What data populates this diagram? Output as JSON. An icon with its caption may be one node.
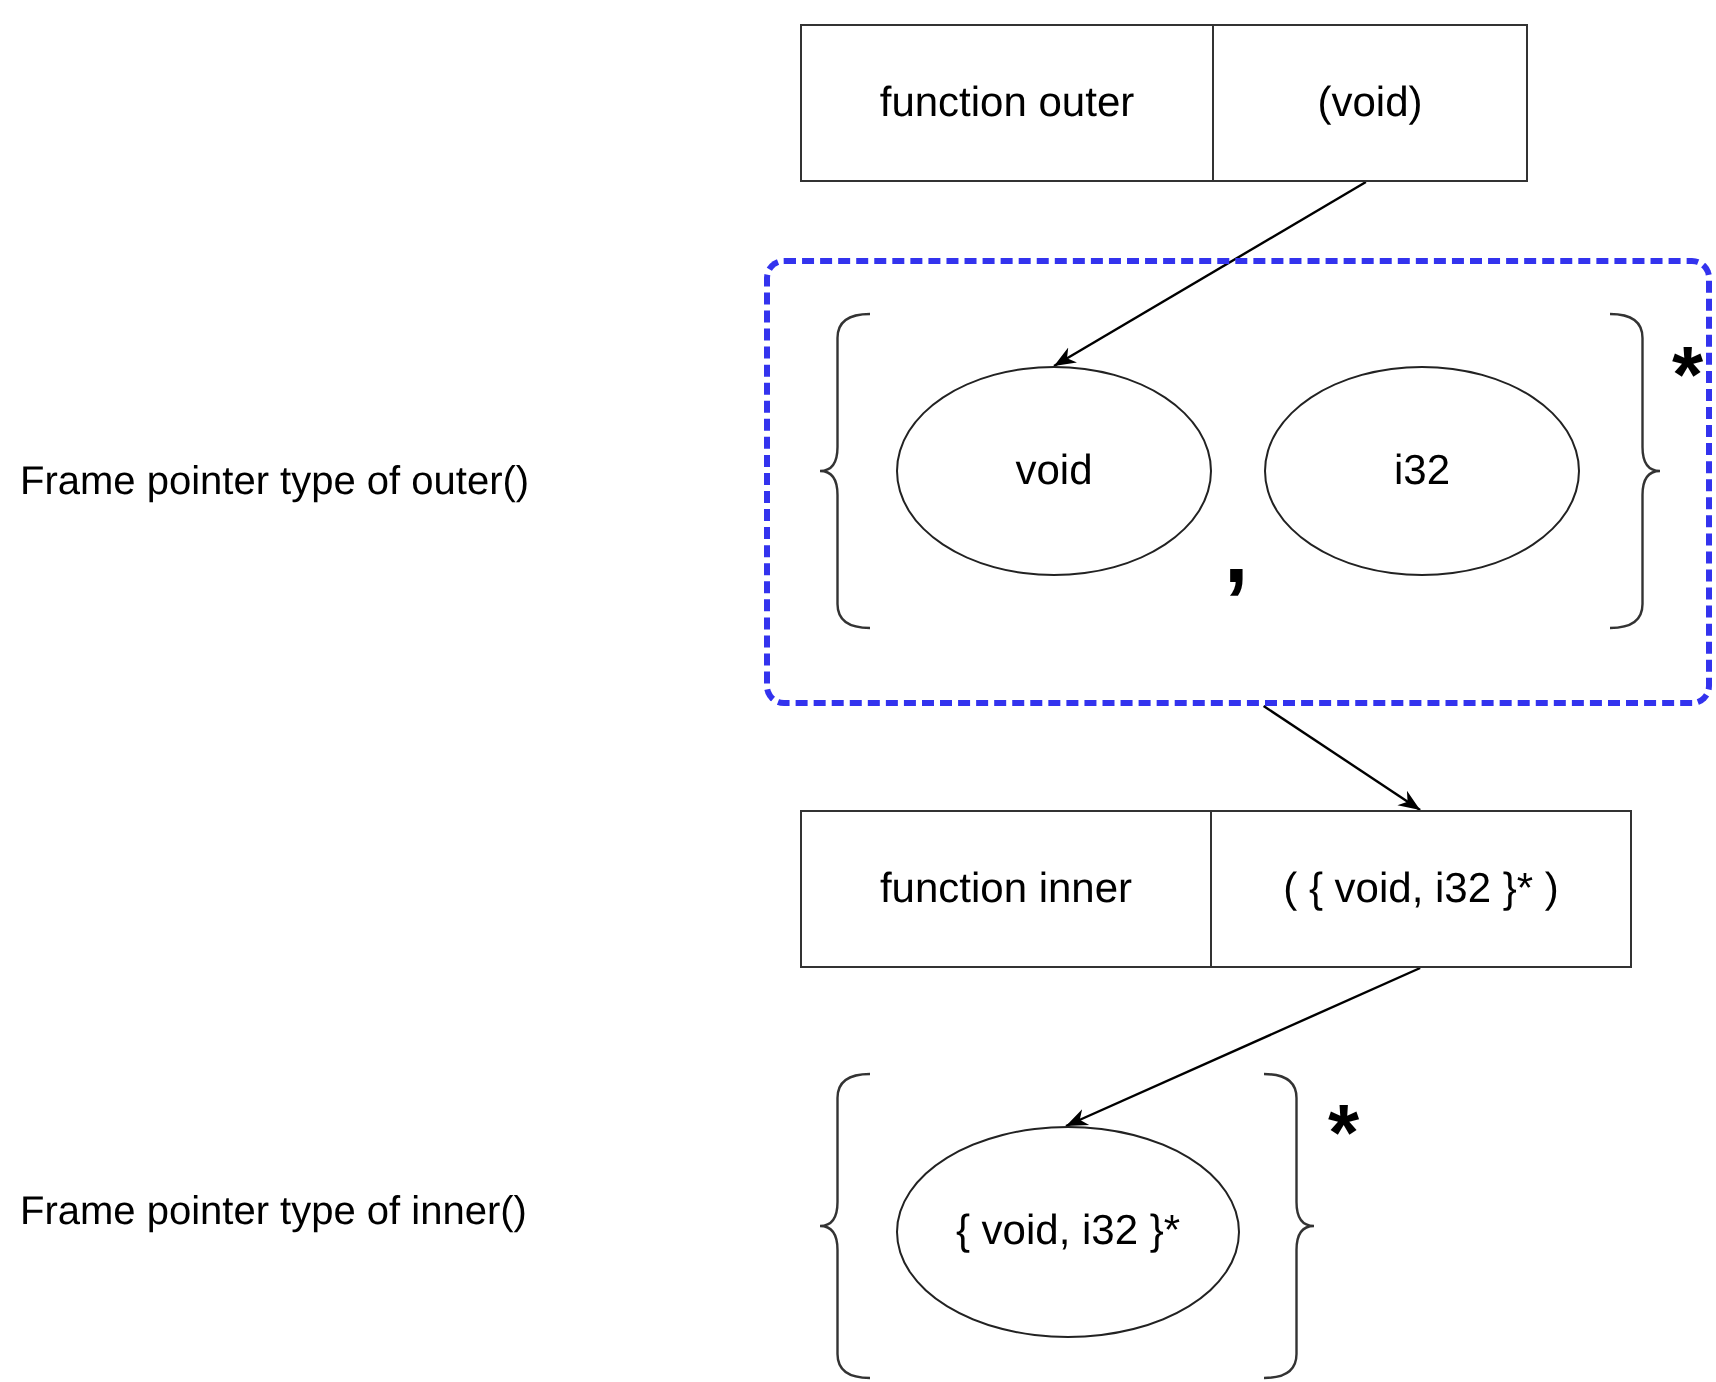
{
  "diagram": {
    "nodes": [
      {
        "text": [
          "function outer"
        ]
      },
      {
        "text": [
          "(void)"
        ]
      },
      {
        "text": [],
        "shape": "box"
      },
      {
        "text": [
          "void"
        ],
        "in": 2
      },
      {
        "text": [
          "i32"
        ],
        "in": 2
      },
      {
        "text": [
          "function inner"
        ]
      },
      {
        "text": [
          "( { void, i32 }* )"
        ]
      },
      {
        "text": [
          "{ void, i32 }*"
        ]
      }
    ],
    "edges": [
      {
        "from": 1,
        "to": 3,
        "arrow": "to"
      },
      {
        "from": 2,
        "to": 6,
        "arrow": "to"
      },
      {
        "from": 6,
        "to": 7,
        "arrow": "to"
      }
    ],
    "labels": [
      "*",
      "Frame pointer type of outer()",
      ",",
      "*",
      "Frame pointer type of inner()"
    ]
  }
}
